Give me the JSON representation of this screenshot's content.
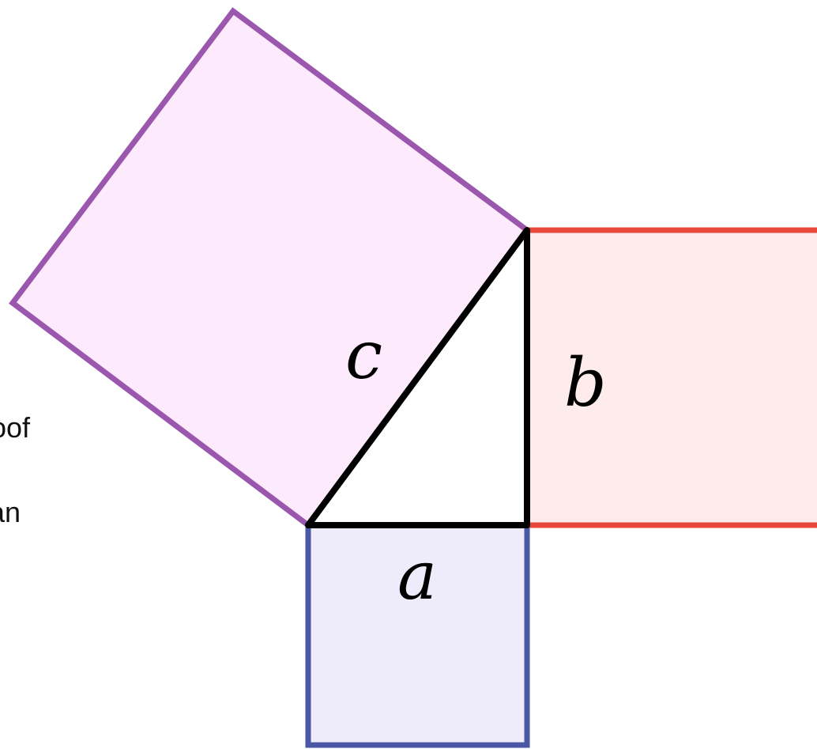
{
  "diagram": {
    "labels": {
      "a": "a",
      "b": "b",
      "c": "c"
    },
    "side_text_fragments": [
      "oof",
      "an"
    ],
    "colors": {
      "square_a_stroke": "#4a56a6",
      "square_a_fill": "#eeecfb",
      "square_b_stroke": "#e8473b",
      "square_b_fill": "#fdeceb",
      "square_c_stroke": "#9a57ad",
      "square_c_fill": "#fdeafc",
      "triangle_stroke": "#000000",
      "triangle_fill": "#ffffff"
    }
  }
}
